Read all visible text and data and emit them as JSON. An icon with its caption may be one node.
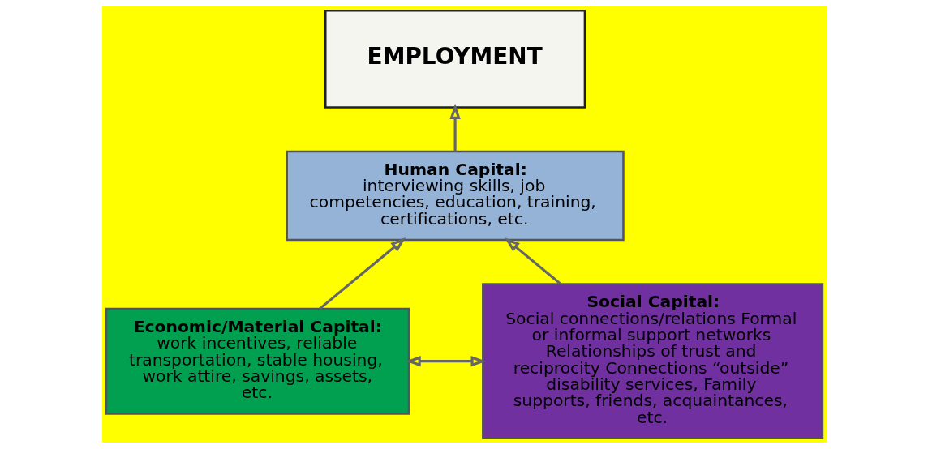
{
  "diagram": {
    "nodes": [
      {
        "text": [
          "EMPLOYMENT"
        ]
      },
      {
        "text": [
          "Human Capital:",
          "interviewing skills, job competencies, education, training, certifications, etc."
        ]
      },
      {
        "text": [
          "Economic/Material Capital:",
          "work incentives, reliable transportation, stable housing, work attire, savings, assets, etc."
        ]
      },
      {
        "text": [
          "Social Capital:",
          "Social connections/relations Formal or informal support networks Relationships of trust and reciprocity Connections “outside” disability services, Family supports, friends, acquaintances, etc."
        ]
      }
    ],
    "edges": [
      {
        "from": 1,
        "to": 0,
        "arrow": "to"
      },
      {
        "from": 2,
        "to": 1,
        "arrow": "to"
      },
      {
        "from": 3,
        "to": 1,
        "arrow": "to"
      },
      {
        "from": 2,
        "to": 3,
        "arrow": "both"
      }
    ]
  }
}
